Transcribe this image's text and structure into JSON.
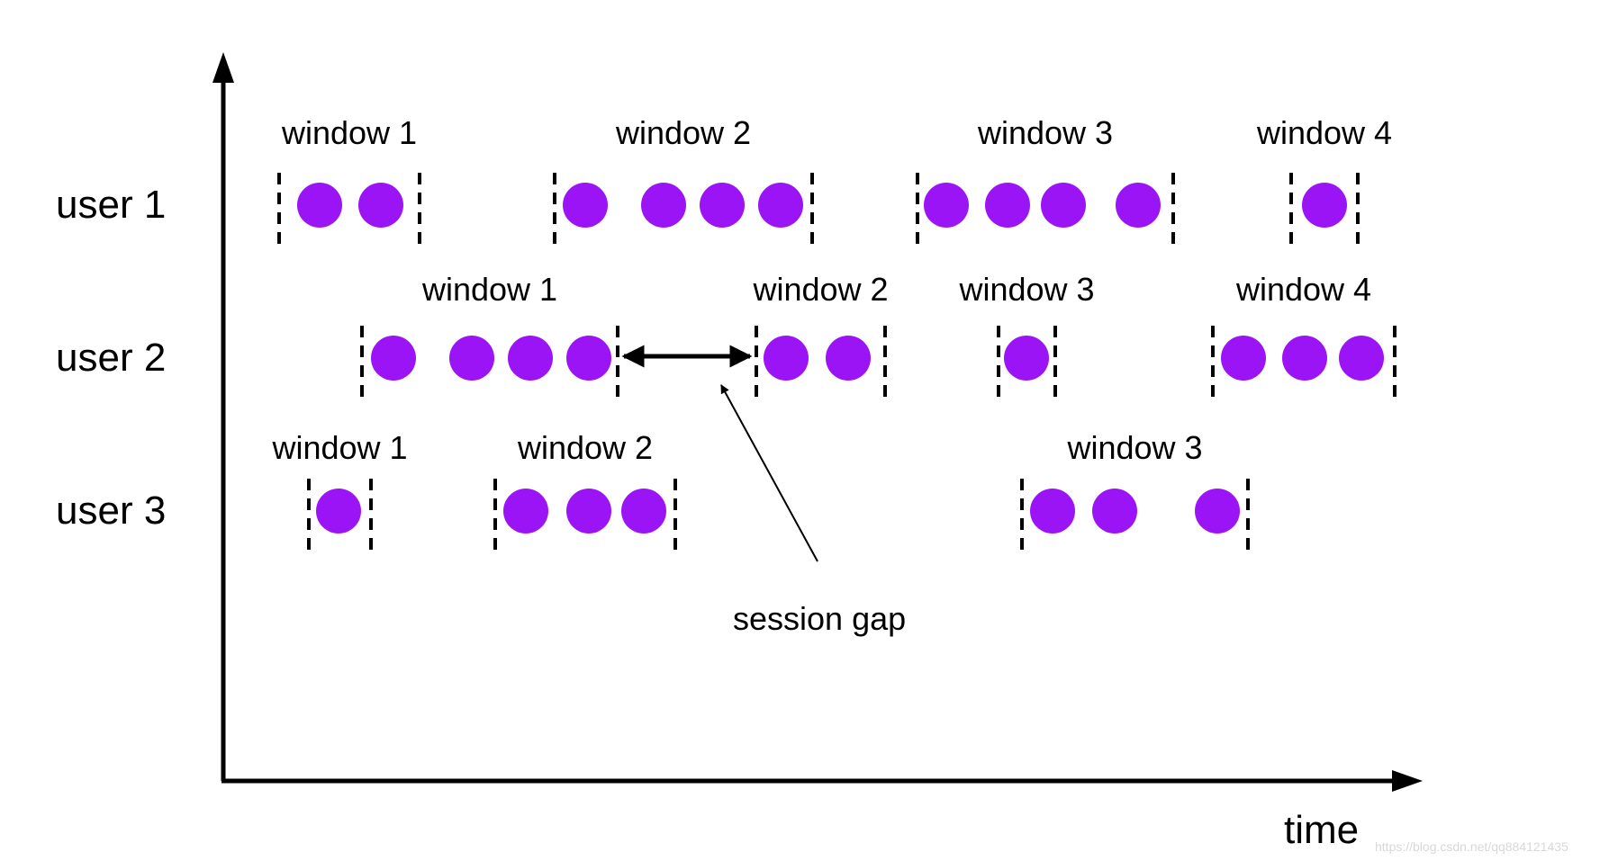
{
  "axis": {
    "x_label": "time"
  },
  "rows": [
    {
      "label": "user 1",
      "windows": [
        {
          "label": "window 1",
          "events": 2
        },
        {
          "label": "window 2",
          "events": 4
        },
        {
          "label": "window 3",
          "events": 4
        },
        {
          "label": "window 4",
          "events": 1
        }
      ]
    },
    {
      "label": "user 2",
      "windows": [
        {
          "label": "window 1",
          "events": 4
        },
        {
          "label": "window 2",
          "events": 2
        },
        {
          "label": "window 3",
          "events": 1
        },
        {
          "label": "window 4",
          "events": 3
        }
      ]
    },
    {
      "label": "user 3",
      "windows": [
        {
          "label": "window 1",
          "events": 1
        },
        {
          "label": "window 2",
          "events": 3
        },
        {
          "label": "window 3",
          "events": 3
        }
      ]
    }
  ],
  "annotation": {
    "label": "session gap"
  },
  "watermark": "https://blog.csdn.net/qq884121435",
  "colors": {
    "event": "#9b14f5",
    "line": "#000000"
  }
}
